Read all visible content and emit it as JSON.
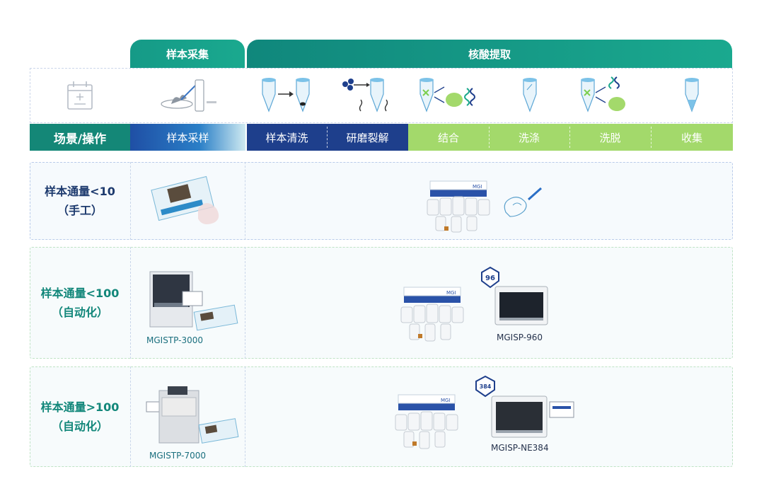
{
  "header": {
    "sample_collection": "样本采集",
    "nucleic_acid_extraction": "核酸提取"
  },
  "labels": {
    "scene": "场景/操作",
    "sampling": "样本采样",
    "steps": [
      "样本清洗",
      "研磨裂解",
      "结合",
      "洗涤",
      "洗脱",
      "收集"
    ]
  },
  "rows": [
    {
      "line1": "样本通量<10",
      "line2": "（手工）"
    },
    {
      "line1": "样本通量<100",
      "line2": "（自动化）",
      "device": "MGISTP-3000",
      "extractor": "MGISP-960",
      "badge": "96"
    },
    {
      "line1": "样本通量>100",
      "line2": "（自动化）",
      "device": "MGISTP-7000",
      "extractor": "MGISP-NE384",
      "badge": "384"
    }
  ],
  "brand": "MGI",
  "colors": {
    "teal": "#148777",
    "navy": "#1e3f8c",
    "green": "#a3d96b",
    "row_text_blue": "#1d3a6e",
    "row_text_teal": "#12877a"
  }
}
